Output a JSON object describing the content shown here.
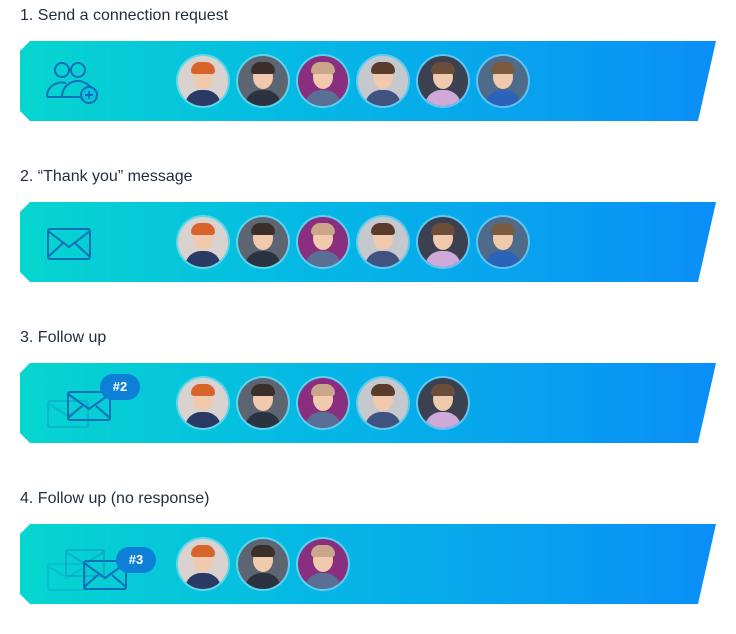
{
  "steps": [
    {
      "title": "1. Send a connection request",
      "icon": "add-user-icon",
      "badge": null,
      "avatars": [
        {
          "name": "avatar-person-1",
          "bg": "#d9d2cf",
          "hair": "#d9642b",
          "body": "#2a3a64"
        },
        {
          "name": "avatar-person-2",
          "bg": "#5e6572",
          "hair": "#3a2f2a",
          "body": "#2c3340"
        },
        {
          "name": "avatar-person-3",
          "bg": "#8a2e7f",
          "hair": "#caa68a",
          "body": "#5a6f95"
        },
        {
          "name": "avatar-person-4",
          "bg": "#c5c9ce",
          "hair": "#5a3b2c",
          "body": "#3f5280"
        },
        {
          "name": "avatar-person-5",
          "bg": "#3b4150",
          "hair": "#6b4e3a",
          "body": "#cfa9d8"
        },
        {
          "name": "avatar-person-6",
          "bg": "#4e6b8a",
          "hair": "#7a5a40",
          "body": "#2a63b8"
        }
      ]
    },
    {
      "title": "2. “Thank you” message",
      "icon": "envelope-icon",
      "badge": null,
      "avatars": [
        {
          "name": "avatar-person-1",
          "bg": "#d9d2cf",
          "hair": "#d9642b",
          "body": "#2a3a64"
        },
        {
          "name": "avatar-person-2",
          "bg": "#5e6572",
          "hair": "#3a2f2a",
          "body": "#2c3340"
        },
        {
          "name": "avatar-person-3",
          "bg": "#8a2e7f",
          "hair": "#caa68a",
          "body": "#5a6f95"
        },
        {
          "name": "avatar-person-4",
          "bg": "#c5c9ce",
          "hair": "#5a3b2c",
          "body": "#3f5280"
        },
        {
          "name": "avatar-person-5",
          "bg": "#3b4150",
          "hair": "#6b4e3a",
          "body": "#cfa9d8"
        },
        {
          "name": "avatar-person-6",
          "bg": "#4e6b8a",
          "hair": "#7a5a40",
          "body": "#2a63b8"
        }
      ]
    },
    {
      "title": "3. Follow up",
      "icon": "double-envelope-icon",
      "badge": "#2",
      "avatars": [
        {
          "name": "avatar-person-1",
          "bg": "#d9d2cf",
          "hair": "#d9642b",
          "body": "#2a3a64"
        },
        {
          "name": "avatar-person-2",
          "bg": "#5e6572",
          "hair": "#3a2f2a",
          "body": "#2c3340"
        },
        {
          "name": "avatar-person-3",
          "bg": "#8a2e7f",
          "hair": "#caa68a",
          "body": "#5a6f95"
        },
        {
          "name": "avatar-person-4",
          "bg": "#c5c9ce",
          "hair": "#5a3b2c",
          "body": "#3f5280"
        },
        {
          "name": "avatar-person-5",
          "bg": "#3b4150",
          "hair": "#6b4e3a",
          "body": "#cfa9d8"
        }
      ]
    },
    {
      "title": "4. Follow up (no response)",
      "icon": "triple-envelope-icon",
      "badge": "#3",
      "avatars": [
        {
          "name": "avatar-person-1",
          "bg": "#d9d2cf",
          "hair": "#d9642b",
          "body": "#2a3a64"
        },
        {
          "name": "avatar-person-2",
          "bg": "#5e6572",
          "hair": "#3a2f2a",
          "body": "#2c3340"
        },
        {
          "name": "avatar-person-3",
          "bg": "#8a2e7f",
          "hair": "#caa68a",
          "body": "#5a6f95"
        }
      ]
    }
  ],
  "colors": {
    "gradient_start": "#06d6cf",
    "gradient_end": "#0a8ef8",
    "icon_stroke": "#0d6fb8",
    "badge_bg": "#0d7fd6",
    "title_text": "#1f2d3d"
  }
}
